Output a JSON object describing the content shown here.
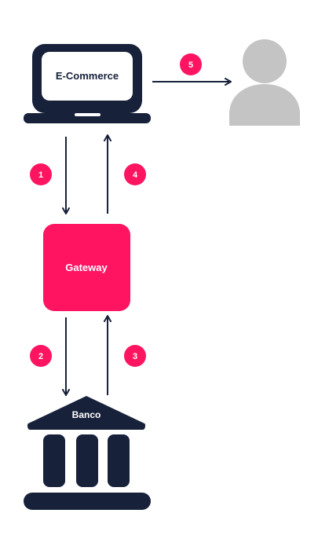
{
  "nodes": {
    "ecommerce": {
      "label": "E-Commerce"
    },
    "gateway": {
      "label": "Gateway"
    },
    "bank": {
      "label": "Banco"
    }
  },
  "steps": [
    "1",
    "2",
    "3",
    "4",
    "5"
  ],
  "colors": {
    "navy": "#17213a",
    "pink": "#ff1462",
    "gray": "#c4c4c4",
    "white": "#ffffff"
  },
  "icons": {
    "laptop": "laptop-icon",
    "user": "user-icon",
    "bank": "bank-icon",
    "gateway": "gateway-box"
  }
}
